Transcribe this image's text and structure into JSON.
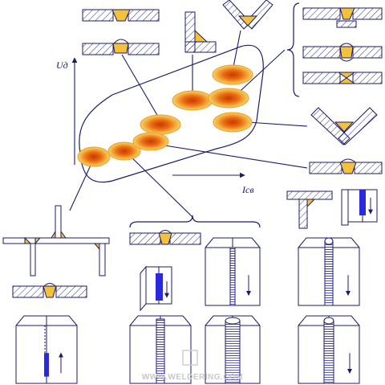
{
  "diagram": {
    "axis_labels": {
      "y": "Uд",
      "x": "Iсв"
    },
    "watermark": "WWW.WELDERING.COM",
    "colors": {
      "ink": "#1a1a6a",
      "weld_fill": "#f3c23a",
      "ellipse_edge": "#e8a020",
      "ellipse_core": "#c83a00",
      "electrode_blue": "#2a2adc",
      "hatch": "#1a1a6a"
    },
    "zones": [
      "zone-1",
      "zone-2",
      "zone-3",
      "zone-4",
      "zone-5",
      "zone-6",
      "zone-7",
      "zone-8",
      "zone-9"
    ]
  }
}
